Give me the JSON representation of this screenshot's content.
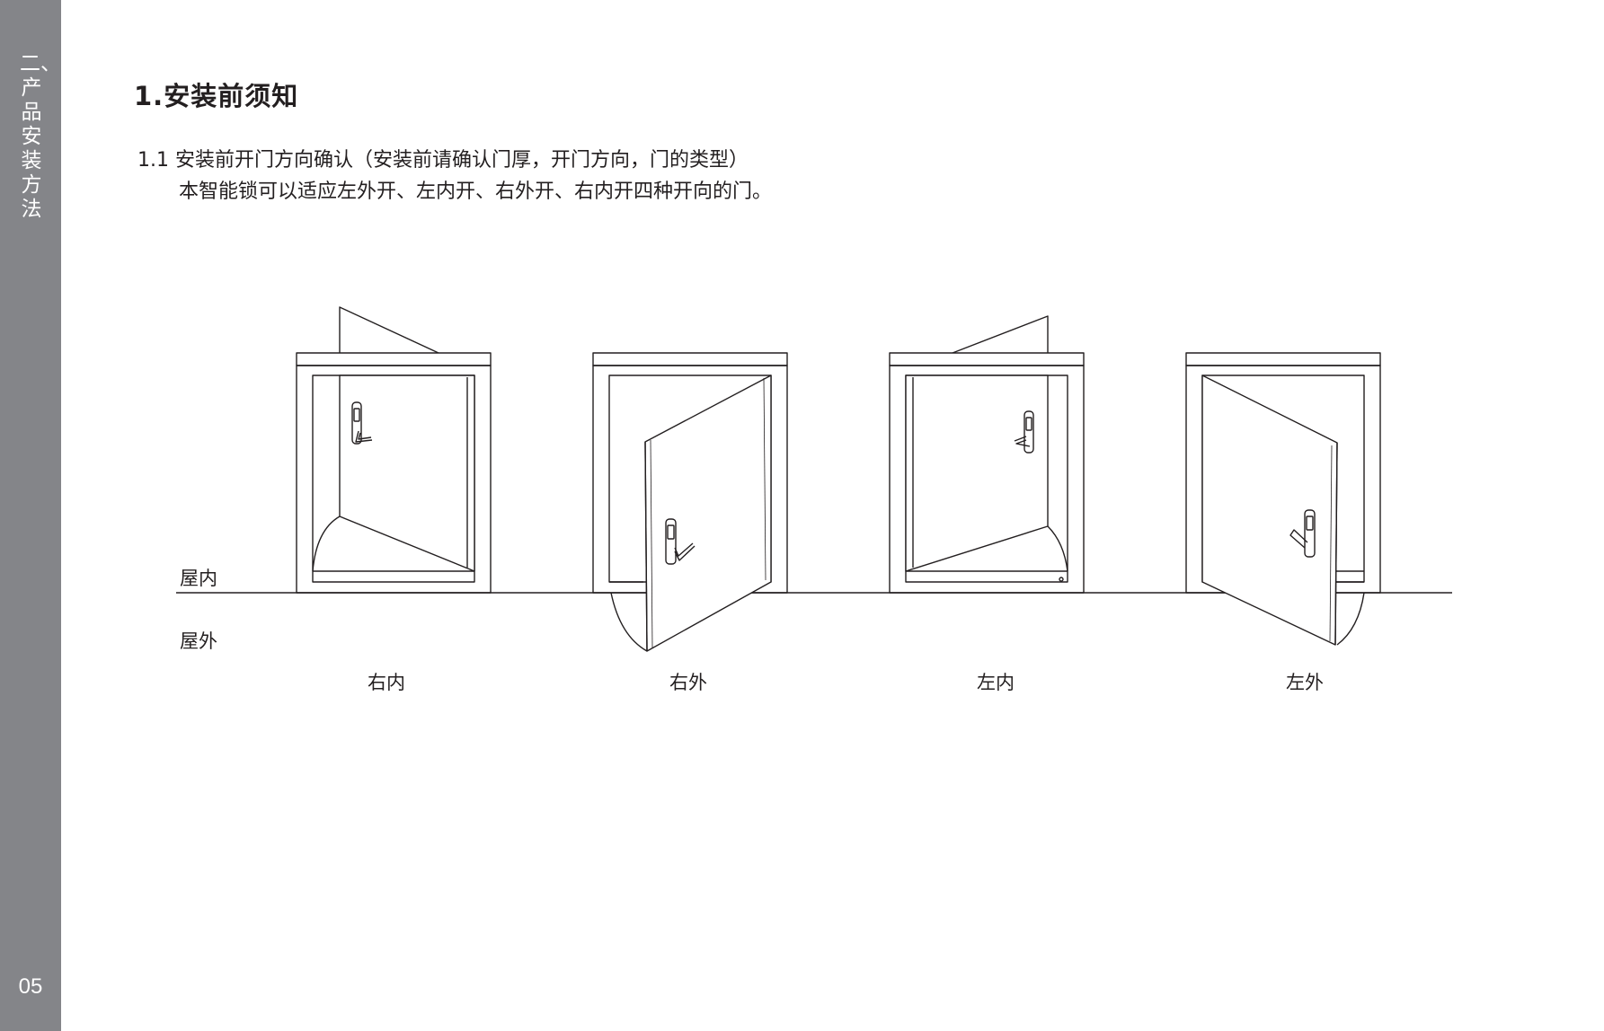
{
  "sidebar": {
    "section_title": "二、产品安装方法",
    "page_number": "05"
  },
  "heading": "1.安装前须知",
  "subsection": {
    "line1": "1.1 安装前开门方向确认（安装前请确认门厚，开门方向，门的类型）",
    "line2": "本智能锁可以适应左外开、左内开、右外开、右内开四种开向的门。"
  },
  "diagram": {
    "inside_label": "屋内",
    "outside_label": "屋外",
    "doors": [
      {
        "caption": "右内"
      },
      {
        "caption": "右外"
      },
      {
        "caption": "左内"
      },
      {
        "caption": "左外"
      }
    ]
  }
}
